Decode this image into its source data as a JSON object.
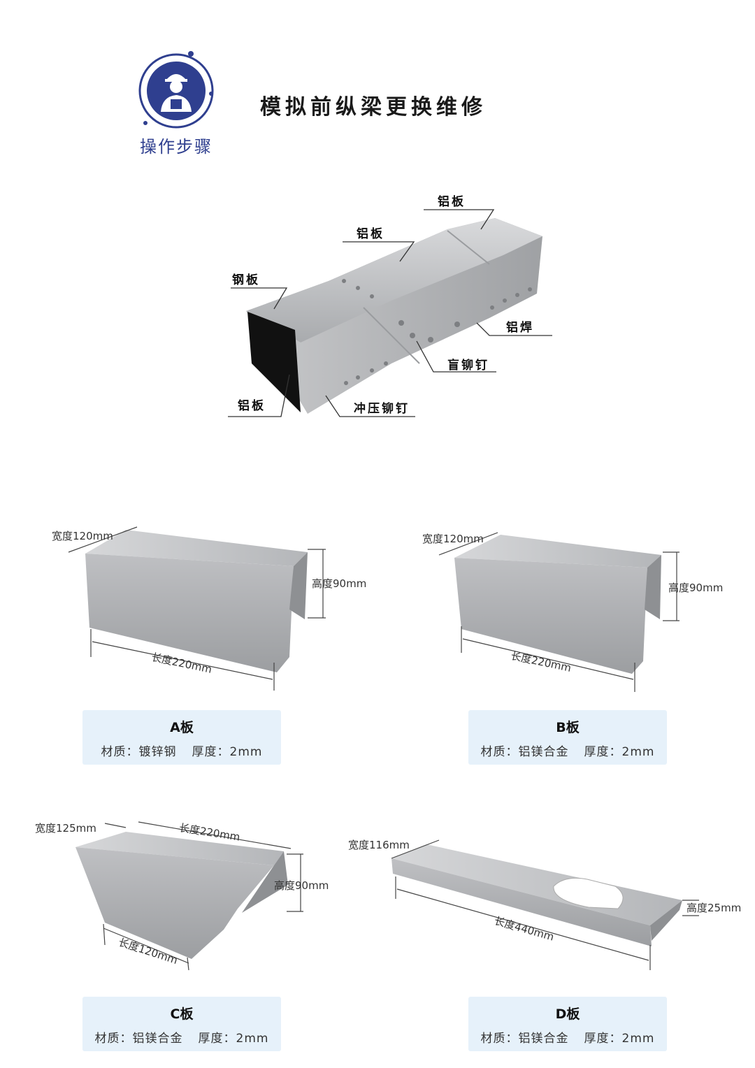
{
  "header": {
    "step_label": "操作步骤",
    "title": "模拟前纵梁更换维修"
  },
  "icons": {
    "worker": "worker-icon",
    "accent": "#2f3f8f"
  },
  "assembly": {
    "labels": {
      "al_top": "铝板",
      "al_mid": "铝板",
      "steel": "钢板",
      "al_weld": "铝焊",
      "blind_rivet": "盲铆钉",
      "al_bottom": "铝板",
      "press_rivet": "冲压铆钉"
    }
  },
  "plates": {
    "a": {
      "width": "宽度120mm",
      "height": "高度90mm",
      "length": "长度220mm",
      "name": "A板",
      "material": "材质：镀锌钢",
      "thickness": "厚度：2mm"
    },
    "b": {
      "width": "宽度120mm",
      "height": "高度90mm",
      "length": "长度220mm",
      "name": "B板",
      "material": "材质：铝镁合金",
      "thickness": "厚度：2mm"
    },
    "c": {
      "width": "宽度125mm",
      "length_top": "长度220mm",
      "height": "高度90mm",
      "length_bottom": "长度120mm",
      "name": "C板",
      "material": "材质：铝镁合金",
      "thickness": "厚度：2mm"
    },
    "d": {
      "width": "宽度116mm",
      "height": "高度25mm",
      "length": "长度440mm",
      "name": "D板",
      "material": "材质：铝镁合金",
      "thickness": "厚度：2mm"
    }
  }
}
